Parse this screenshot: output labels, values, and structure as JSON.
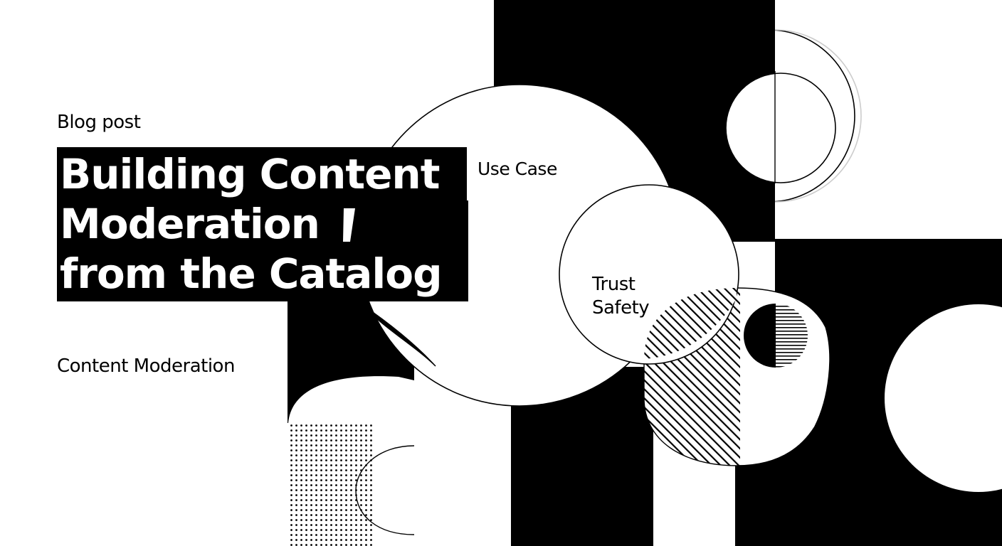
{
  "colors": {
    "ink": "#000000",
    "paper": "#ffffff"
  },
  "post": {
    "eyebrow": "Blog post",
    "title_lines": [
      "Building Content",
      "Moderation",
      "from the Catalog"
    ],
    "tag_primary": "Use Case",
    "tag_secondary_lines": [
      "Trust",
      "Safety"
    ],
    "topic": "Content Moderation"
  }
}
